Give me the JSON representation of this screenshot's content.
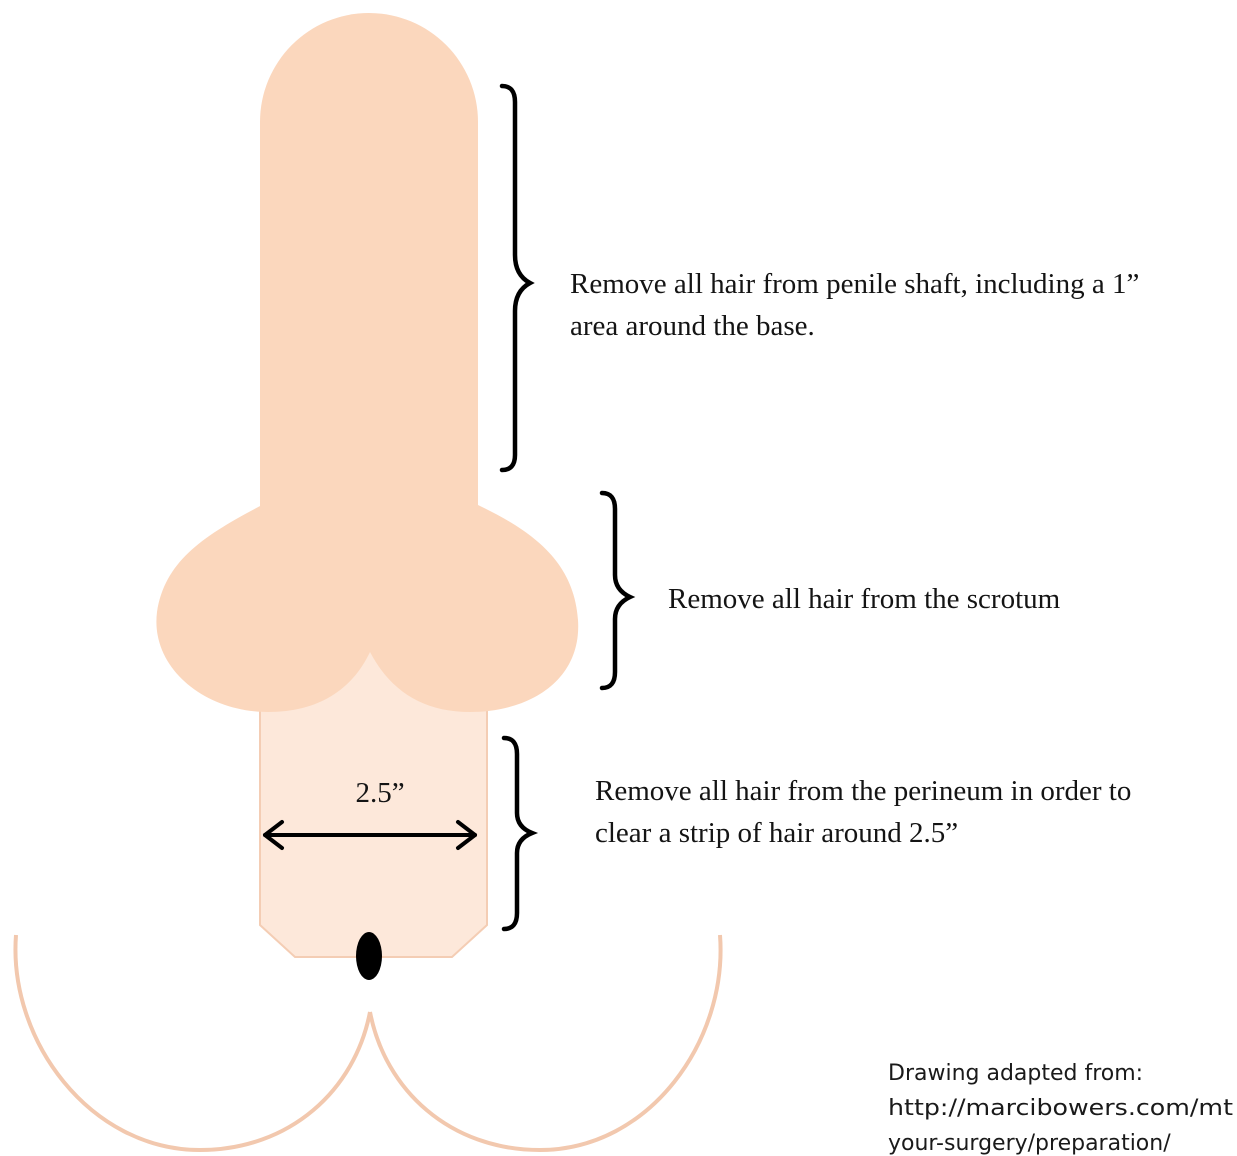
{
  "annotations": {
    "shaft": {
      "line1": "Remove all hair from penile shaft, including a 1”",
      "line2": "area around the base."
    },
    "scrotum": {
      "line1": "Remove all hair from the scrotum"
    },
    "perineum": {
      "line1": "Remove all hair from the perineum in order to",
      "line2": "clear a strip of hair around 2.5”"
    }
  },
  "measurement": {
    "width_label": "2.5”"
  },
  "credit": {
    "line1": "Drawing adapted from:",
    "line2": "http://marcibowers.com/mt",
    "line3": "your-surgery/preparation/"
  },
  "colors": {
    "body_fill": "#fbd7bd",
    "perineum_fill": "#fde8da",
    "outline": "#f2c8ae",
    "ink": "#000000"
  }
}
